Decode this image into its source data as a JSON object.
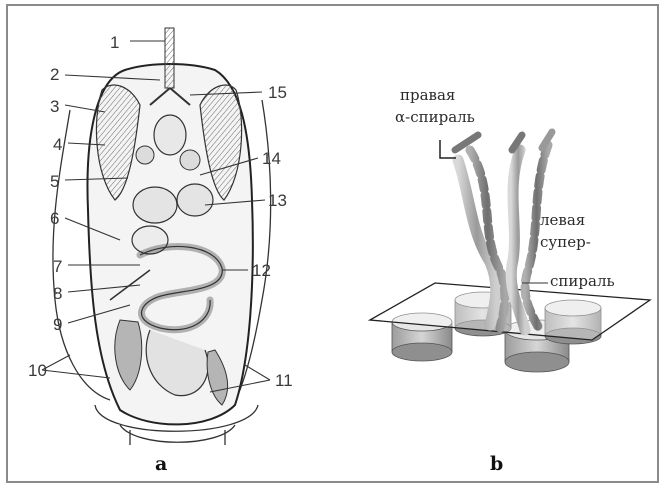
{
  "panel_a": {
    "caption": "a",
    "callouts": [
      "1",
      "2",
      "3",
      "4",
      "5",
      "6",
      "7",
      "8",
      "9",
      "10",
      "11",
      "12",
      "13",
      "14",
      "15"
    ]
  },
  "panel_b": {
    "caption": "b",
    "right_helix_line1": "правая",
    "right_helix_line2": "α-спираль",
    "left_superhelix_line1": "левая",
    "left_superhelix_line2": "супер-",
    "left_superhelix_line3": "спираль"
  }
}
